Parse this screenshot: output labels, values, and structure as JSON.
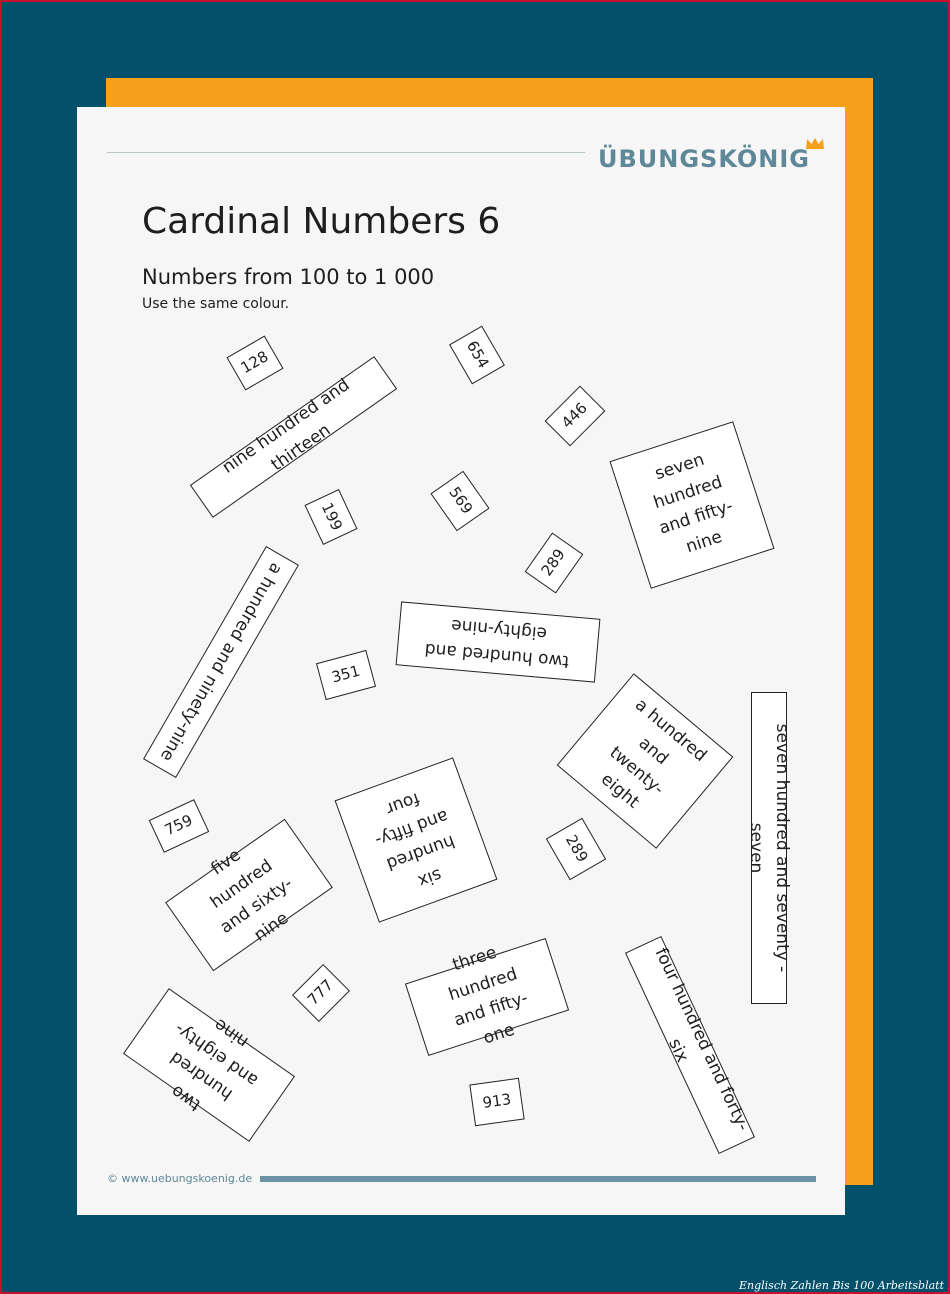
{
  "brand": {
    "name": "ÜBUNGSKÖNIG"
  },
  "worksheet": {
    "title": "Cardinal Numbers 6",
    "subtitle": "Numbers from 100 to 1 000",
    "instruction": "Use the same colour."
  },
  "cards": [
    {
      "text": "128"
    },
    {
      "text": "654"
    },
    {
      "text": "446"
    },
    {
      "text": "nine hundred and thirteen"
    },
    {
      "text": "seven hundred and fifty-nine"
    },
    {
      "text": "199"
    },
    {
      "text": "569"
    },
    {
      "text": "289"
    },
    {
      "text": "a hundred and ninety-nine"
    },
    {
      "text": "two hundred and eighty-nine"
    },
    {
      "text": "351"
    },
    {
      "text": "a hundred and twenty-eight"
    },
    {
      "text": "seven hundred and seventy - seven"
    },
    {
      "text": "759"
    },
    {
      "text": "six hundred and fifty-four"
    },
    {
      "text": "289"
    },
    {
      "text": "five hundred and sixty-nine"
    },
    {
      "text": "777"
    },
    {
      "text": "three hundred and fifty-one"
    },
    {
      "text": "four hundred and forty-six"
    },
    {
      "text": "two hundred and eighty-nine"
    },
    {
      "text": "913"
    }
  ],
  "footer": {
    "url": "© www.uebungskoenig.de"
  },
  "caption": "Englisch Zahlen Bis 100 Arbeitsblatt",
  "colors": {
    "background": "#02506a",
    "accent_orange": "#f7a01c",
    "brand_blue": "#5e8797"
  }
}
